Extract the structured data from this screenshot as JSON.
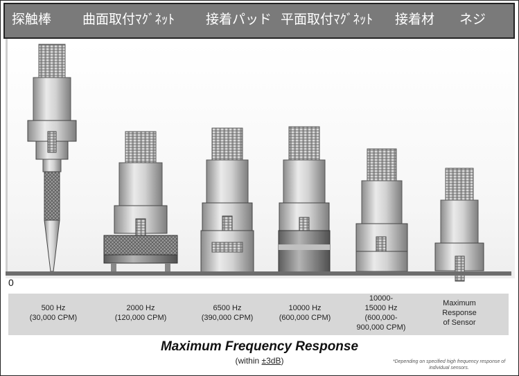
{
  "mount_types": [
    {
      "label": "探触棒"
    },
    {
      "label": "曲面取付ﾏｸﾞﾈｯﾄ"
    },
    {
      "label": "接着パッド"
    },
    {
      "label": "平面取付ﾏｸﾞﾈｯﾄ"
    },
    {
      "label": "接着材"
    },
    {
      "label": "ネジ"
    }
  ],
  "frequency_labels": [
    {
      "line1": "500 Hz",
      "line2": "(30,000 CPM)"
    },
    {
      "line1": "2000 Hz",
      "line2": "(120,000 CPM)"
    },
    {
      "line1": "6500 Hz",
      "line2": "(390,000 CPM)"
    },
    {
      "line1": "10000 Hz",
      "line2": "(600,000 CPM)"
    },
    {
      "line1": "10000-",
      "line2": "15000 Hz",
      "line3": "(600,000-",
      "line4": "900,000 CPM)"
    },
    {
      "line1": "Maximum",
      "line2": "Response",
      "line3": "of Sensor"
    }
  ],
  "axis_zero": "0",
  "title": "Maximum Frequency Response",
  "subtitle_prefix": "(within ",
  "subtitle_value": "±3dB",
  "subtitle_suffix": ")",
  "footnote": "*Depending on specified high frequency response of individual sensors.",
  "colors": {
    "topbar": "#7a7a7a",
    "baseline": "#6d6d6d",
    "strip": "#d7d7d7",
    "metal": "#c8c8c8"
  }
}
